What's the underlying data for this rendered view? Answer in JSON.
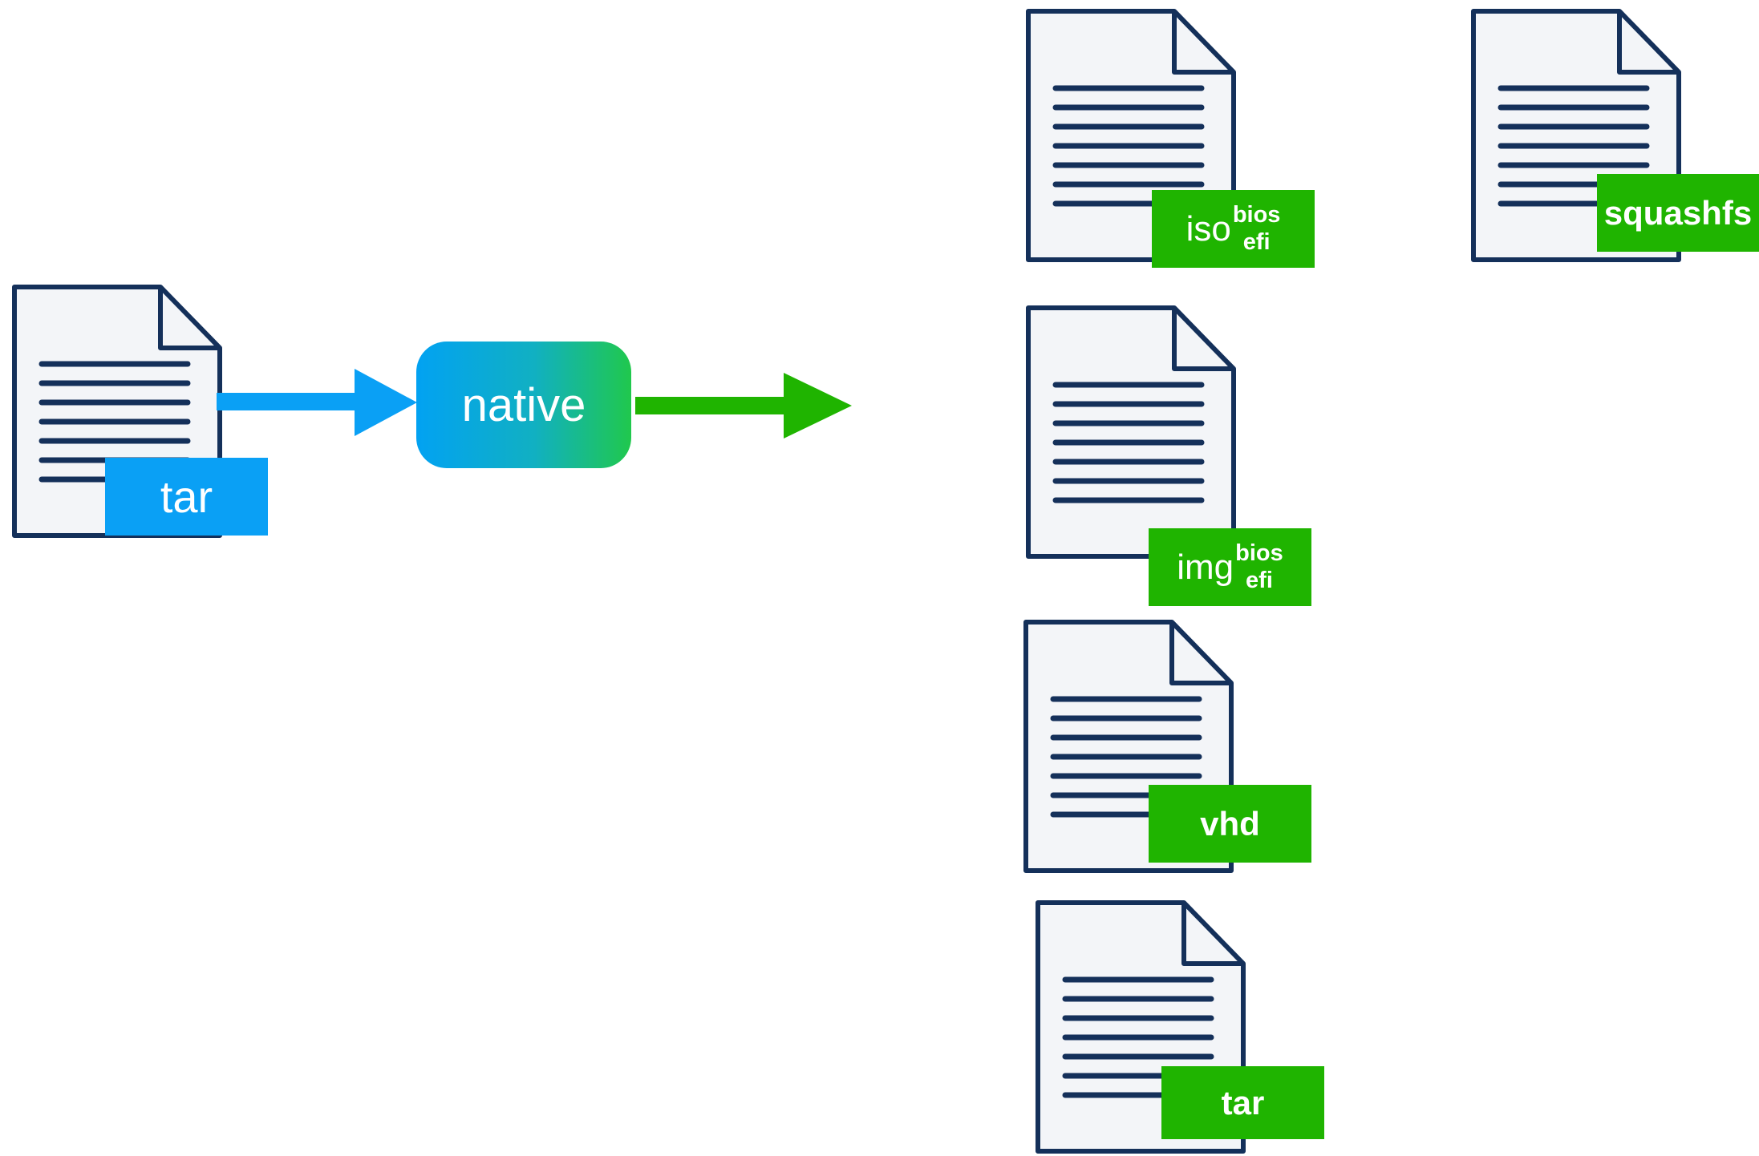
{
  "source": {
    "label": "tar"
  },
  "converter": {
    "label": "native"
  },
  "outputs": [
    {
      "main": "iso",
      "sup": "bios",
      "sub": "efi"
    },
    {
      "main": "squashfs"
    },
    {
      "main": "img",
      "sup": "bios",
      "sub": "efi"
    },
    {
      "main": "vhd"
    },
    {
      "main": "tar"
    }
  ],
  "colors": {
    "input": "#0aa0f5",
    "output": "#1fb400",
    "doc_outline": "#14305a",
    "doc_fill": "#f3f5f8"
  },
  "icons": {
    "document": "document-icon"
  }
}
